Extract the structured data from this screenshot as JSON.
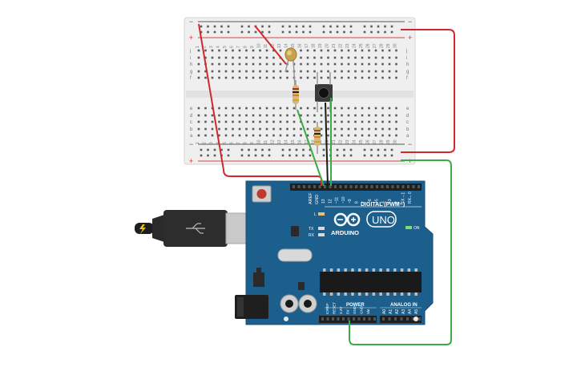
{
  "breadboard": {
    "row_letters_top": [
      "j",
      "i",
      "h",
      "g",
      "f"
    ],
    "row_letters_bottom": [
      "e",
      "d",
      "c",
      "b",
      "a"
    ],
    "column_count": 30,
    "rail_minus": "−",
    "rail_plus": "+"
  },
  "arduino": {
    "logo_text": "ARDUINO",
    "uno_text": "UNO",
    "digital_label": "DIGITAL (PWM~)",
    "power_label": "POWER",
    "analog_label": "ANALOG IN",
    "on_label": "ON",
    "tx_label": "TX",
    "rx_label": "RX",
    "l_label": "L",
    "aref_label": "AREF",
    "gnd_label": "GND",
    "digital_pins": [
      "13",
      "12",
      "~11",
      "~10",
      "~9",
      "8",
      "7",
      "~6",
      "~5",
      "4",
      "~3",
      "2",
      "TX→1",
      "RX←0"
    ],
    "power_pins": [
      "IOREF",
      "RESET",
      "3.3V",
      "5V",
      "GND",
      "GND",
      "Vin"
    ],
    "analog_pins": [
      "A0",
      "A1",
      "A2",
      "A3",
      "A4",
      "A5"
    ]
  },
  "colors": {
    "board_blue": "#1c5f8d",
    "breadboard": "#efefef",
    "wire_red": "#d0292b",
    "wire_green": "#3bab45",
    "wire_black": "#1a1a1a",
    "rail_red": "#d24a4a",
    "usb_cable": "#2a2a2a"
  },
  "icons": [
    "usb-plug-icon",
    "reset-button-icon",
    "infinity-logo-icon",
    "lightning-icon"
  ]
}
